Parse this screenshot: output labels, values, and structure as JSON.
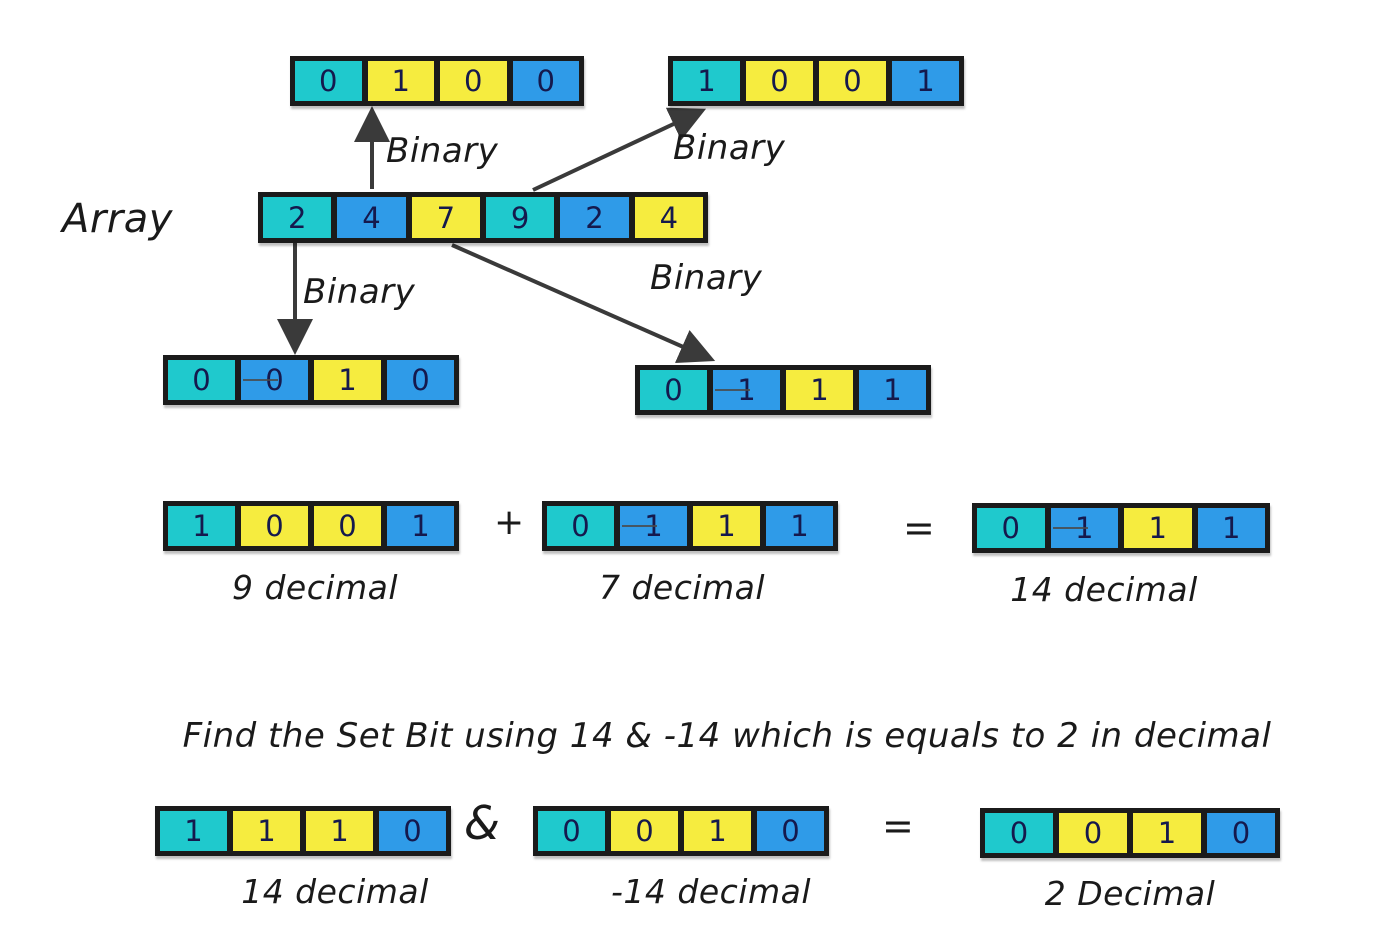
{
  "palette": {
    "teal": "#1fc9cd",
    "yellow": "#f6ec3f",
    "blue": "#2f9be8",
    "border": "#1b1b1b",
    "digit": "#15194d",
    "arrow": "#3a3a3a"
  },
  "diagram": {
    "array_label": "Array",
    "arrows": [
      {
        "label": "Binary"
      },
      {
        "label": "Binary"
      },
      {
        "label": "Binary"
      },
      {
        "label": "Binary"
      }
    ],
    "array_box": {
      "cells": [
        {
          "value": "2",
          "color": "teal"
        },
        {
          "value": "4",
          "color": "blue"
        },
        {
          "value": "7",
          "color": "yellow"
        },
        {
          "value": "9",
          "color": "teal"
        },
        {
          "value": "2",
          "color": "blue"
        },
        {
          "value": "4",
          "color": "yellow"
        }
      ]
    },
    "top_left_binary": {
      "cells": [
        {
          "value": "0",
          "color": "teal"
        },
        {
          "value": "1",
          "color": "yellow"
        },
        {
          "value": "0",
          "color": "yellow"
        },
        {
          "value": "0",
          "color": "blue"
        }
      ]
    },
    "top_right_binary": {
      "cells": [
        {
          "value": "1",
          "color": "teal"
        },
        {
          "value": "0",
          "color": "yellow"
        },
        {
          "value": "0",
          "color": "yellow"
        },
        {
          "value": "1",
          "color": "blue"
        }
      ]
    },
    "bottom_left_binary": {
      "cells": [
        {
          "value": "0",
          "color": "teal"
        },
        {
          "value": "0",
          "color": "blue",
          "mark": true
        },
        {
          "value": "1",
          "color": "yellow"
        },
        {
          "value": "0",
          "color": "blue"
        }
      ]
    },
    "bottom_right_binary": {
      "cells": [
        {
          "value": "0",
          "color": "teal"
        },
        {
          "value": "1",
          "color": "blue",
          "mark": true
        },
        {
          "value": "1",
          "color": "yellow"
        },
        {
          "value": "1",
          "color": "blue"
        }
      ]
    }
  },
  "addition": {
    "operand1": {
      "label": "9 decimal",
      "cells": [
        {
          "value": "1",
          "color": "teal"
        },
        {
          "value": "0",
          "color": "yellow"
        },
        {
          "value": "0",
          "color": "yellow"
        },
        {
          "value": "1",
          "color": "blue"
        }
      ]
    },
    "plus": "+",
    "operand2": {
      "label": "7 decimal",
      "cells": [
        {
          "value": "0",
          "color": "teal"
        },
        {
          "value": "1",
          "color": "blue",
          "mark": true
        },
        {
          "value": "1",
          "color": "yellow"
        },
        {
          "value": "1",
          "color": "blue"
        }
      ]
    },
    "equals": "=",
    "result": {
      "label": "14 decimal",
      "cells": [
        {
          "value": "0",
          "color": "teal"
        },
        {
          "value": "1",
          "color": "blue",
          "mark": true
        },
        {
          "value": "1",
          "color": "yellow"
        },
        {
          "value": "1",
          "color": "blue"
        }
      ]
    }
  },
  "caption": "Find the Set Bit using 14 & -14 which is equals to 2 in decimal",
  "and_operation": {
    "operand1": {
      "label": "14 decimal",
      "cells": [
        {
          "value": "1",
          "color": "teal"
        },
        {
          "value": "1",
          "color": "yellow"
        },
        {
          "value": "1",
          "color": "yellow"
        },
        {
          "value": "0",
          "color": "blue"
        }
      ]
    },
    "amp": "&",
    "operand2": {
      "label": "-14 decimal",
      "cells": [
        {
          "value": "0",
          "color": "teal"
        },
        {
          "value": "0",
          "color": "yellow"
        },
        {
          "value": "1",
          "color": "yellow"
        },
        {
          "value": "0",
          "color": "blue"
        }
      ]
    },
    "equals": "=",
    "result": {
      "label": "2 Decimal",
      "cells": [
        {
          "value": "0",
          "color": "teal"
        },
        {
          "value": "0",
          "color": "yellow"
        },
        {
          "value": "1",
          "color": "yellow"
        },
        {
          "value": "0",
          "color": "blue"
        }
      ]
    }
  }
}
